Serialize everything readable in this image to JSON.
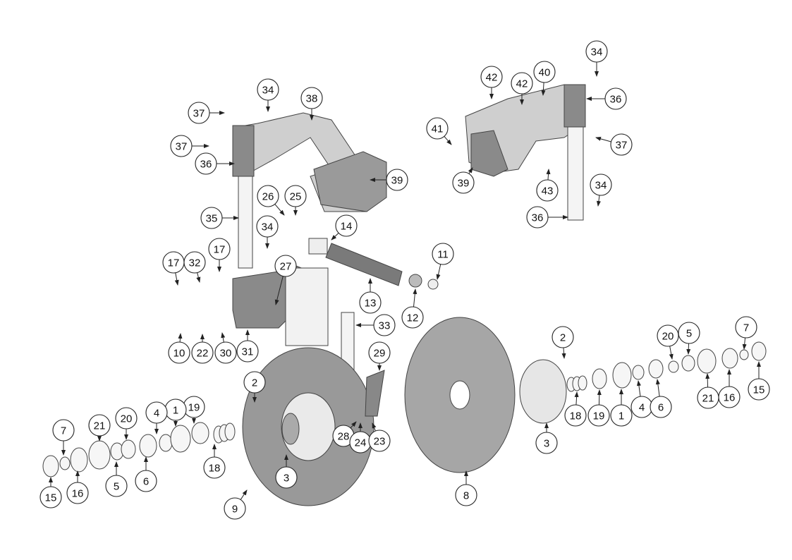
{
  "diagram": {
    "type": "exploded-parts-view",
    "colors": {
      "part_dark": "#8a8a8a",
      "part_mid": "#a6a6a6",
      "part_light": "#d8d8d8",
      "outline": "#222222"
    },
    "callouts": [
      "34",
      "42",
      "42",
      "40",
      "36",
      "41",
      "37",
      "39",
      "43",
      "34",
      "36",
      "34",
      "38",
      "37",
      "37",
      "36",
      "39",
      "35",
      "26",
      "25",
      "34",
      "14",
      "17",
      "17",
      "32",
      "27",
      "13",
      "11",
      "12",
      "33",
      "10",
      "22",
      "30",
      "31",
      "29",
      "2",
      "28",
      "24",
      "23",
      "3",
      "9",
      "8",
      "18",
      "19",
      "1",
      "4",
      "20",
      "21",
      "7",
      "6",
      "5",
      "16",
      "15",
      "2",
      "20",
      "5",
      "7",
      "3",
      "18",
      "19",
      "1",
      "4",
      "6",
      "21",
      "16",
      "15"
    ]
  }
}
